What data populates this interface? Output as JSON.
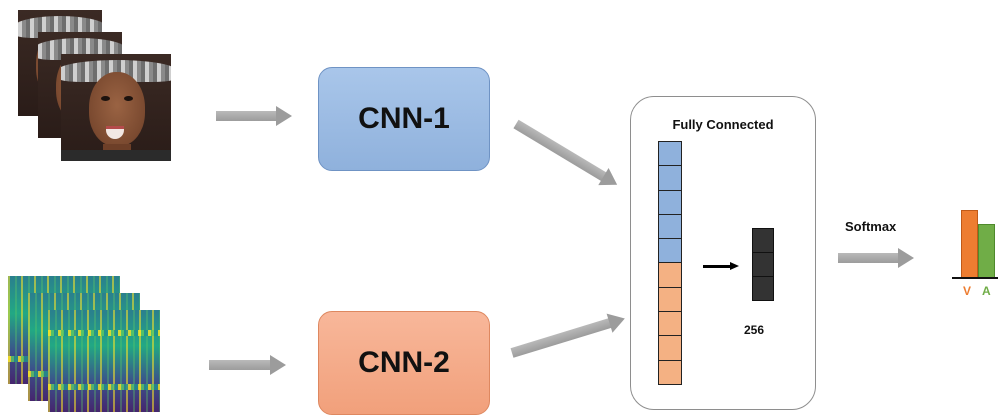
{
  "inputs": {
    "video_frames_icon": "face-video-frames",
    "spectrogram_icon": "audio-spectrogram-frames"
  },
  "models": {
    "cnn1_label": "CNN-1",
    "cnn2_label": "CNN-2"
  },
  "fusion": {
    "title": "Fully Connected",
    "dense_units_label": "256",
    "concat_cells_from_cnn1": 5,
    "concat_cells_from_cnn2": 5,
    "dense_cells": 3
  },
  "output": {
    "softmax_label": "Softmax",
    "bars": [
      {
        "label": "V",
        "relative_height": 0.85,
        "color": "#ed7d31"
      },
      {
        "label": "A",
        "relative_height": 0.67,
        "color": "#70ad47"
      }
    ]
  },
  "colors": {
    "cnn1": "#8fb1dc",
    "cnn2": "#f1a07b",
    "arrow": "#9c9c9c",
    "dense": "#333333"
  }
}
